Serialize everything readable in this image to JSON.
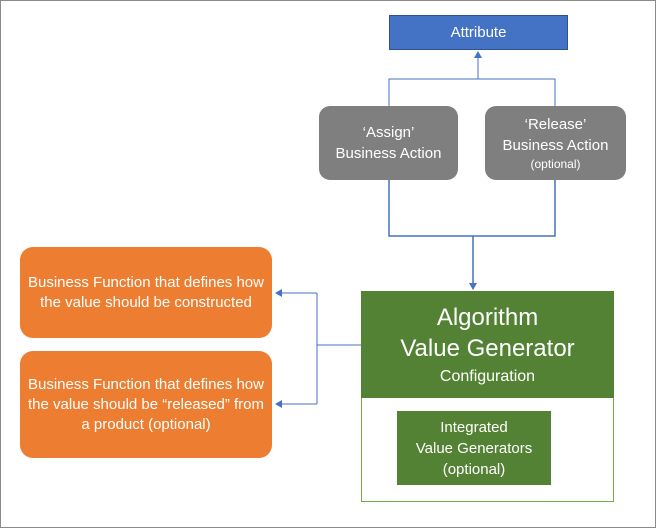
{
  "diagram": {
    "attribute": {
      "label": "Attribute"
    },
    "assign_action": {
      "line1": "‘Assign’",
      "line2": "Business Action"
    },
    "release_action": {
      "line1": "‘Release’",
      "line2": "Business Action",
      "note": "(optional)"
    },
    "function_construct": {
      "text": "Business Function that defines how the value should be constructed"
    },
    "function_release": {
      "text": "Business Function that defines how the value should be “released” from a product (optional)"
    },
    "algorithm": {
      "line1": "Algorithm",
      "line2": "Value Generator",
      "line3": "Configuration"
    },
    "integrated": {
      "line1": "Integrated",
      "line2": "Value Generators",
      "line3": "(optional)"
    }
  },
  "colors": {
    "attribute_fill": "#4472c4",
    "action_fill": "#7f7f7f",
    "function_fill": "#ed7d31",
    "algorithm_fill": "#548235",
    "algorithm_border": "#70ad47",
    "connector": "#4472c4"
  }
}
